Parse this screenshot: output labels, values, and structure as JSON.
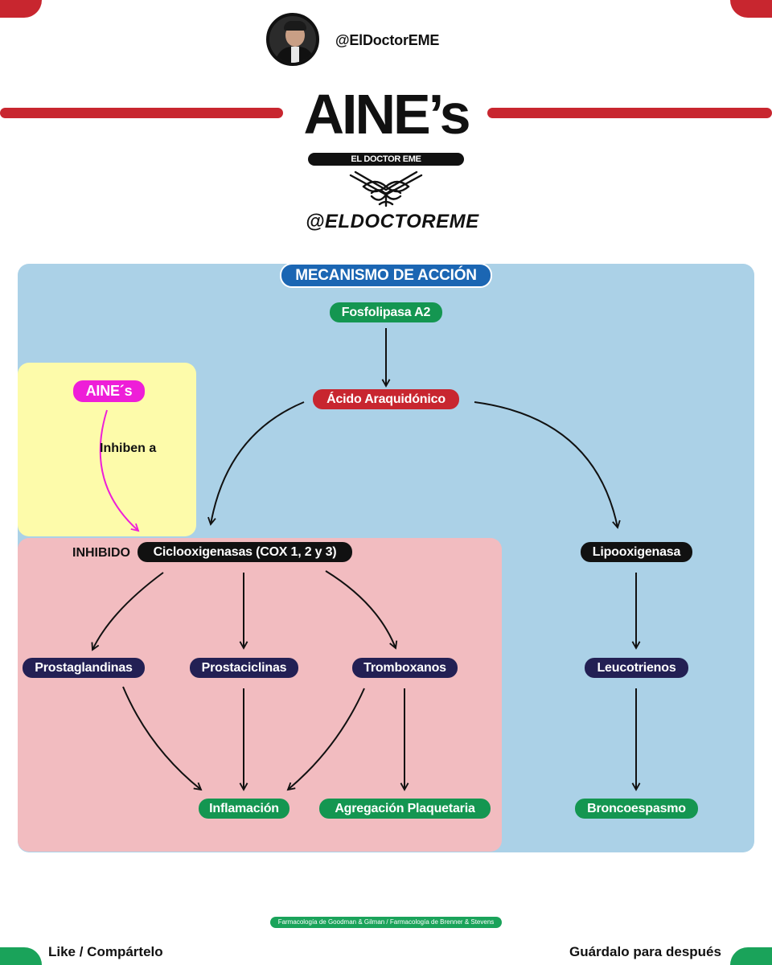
{
  "header": {
    "handle": "@ElDoctorEME",
    "title": "AINE’s",
    "subtitle": "EL DOCTOR EME",
    "brand_handle": "@ELDOCTOREME"
  },
  "diagram": {
    "section_title": "MECANISMO DE ACCIÓN",
    "nodes": {
      "fosfolipasa": "Fosfolipasa A2",
      "acido": "Ácido Araquidónico",
      "aines": "AINE´s",
      "inhiben": "Inhiben a",
      "inhibido": "INHIBIDO",
      "cox": "Ciclooxigenasas (COX 1, 2 y 3)",
      "lipo": "Lipooxigenasa",
      "prostaglandinas": "Prostaglandinas",
      "prostaciclinas": "Prostaciclinas",
      "tromboxanos": "Tromboxanos",
      "leucotrienos": "Leucotrienos",
      "inflamacion": "Inflamación",
      "agregacion": "Agregación Plaquetaria",
      "broncoespasmo": "Broncoespasmo"
    }
  },
  "footer": {
    "reference": "Farmacología de Goodman & Gilman / Farmacología de Brenner & Stevens",
    "like": "Like / Compártelo",
    "save": "Guárdalo para después"
  },
  "colors": {
    "accent_red": "#c8262f",
    "accent_green": "#149651",
    "panel_blue": "#abd1e7",
    "panel_yellow": "#fdfbaa",
    "panel_pink": "#f2bcc0",
    "node_navy": "#232054",
    "node_magenta": "#ee1ed8",
    "header_blue": "#1b66b3"
  }
}
